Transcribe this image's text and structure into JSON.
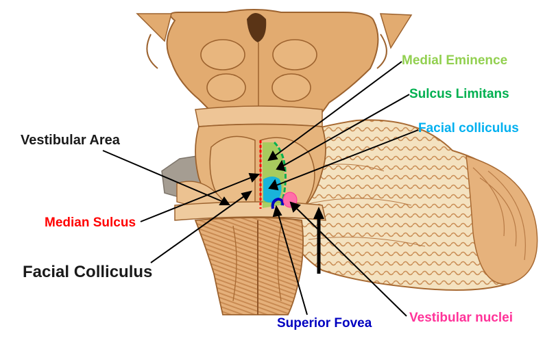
{
  "labels": {
    "medial_eminence": "Medial Eminence",
    "sulcus_limitans": "Sulcus Limitans",
    "facial_colliculus_right": "Facial colliculus",
    "vestibular_area": "Vestibular Area",
    "median_sulcus": "Median Sulcus",
    "facial_colliculus_left": "Facial Colliculus",
    "superior_fovea": "Superior Fovea",
    "vestibular_nuclei": "Vestibular nuclei"
  },
  "colors": {
    "medial_eminence": "#92d050",
    "sulcus_limitans": "#00b050",
    "facial_colliculus": "#00b0f0",
    "median_sulcus": "#ff0000",
    "superior_fovea": "#0000c0",
    "vestibular_nuclei": "#ff3399",
    "black_label": "#1a1a1a",
    "tissue": "#e3ad72",
    "tissue_dark": "#b9783f",
    "cerebellum_white": "#f7ead0"
  }
}
